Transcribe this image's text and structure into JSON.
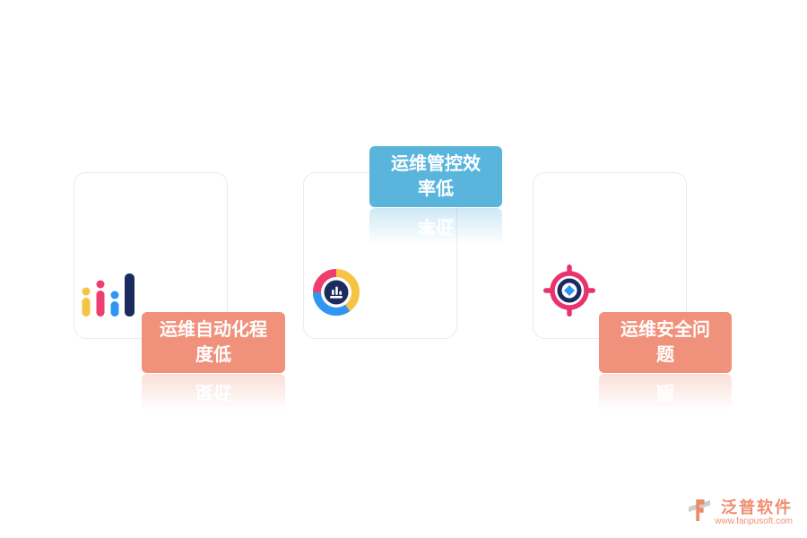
{
  "page": {
    "background": "#ffffff"
  },
  "labels": {
    "top": {
      "text": "运维管控效\n率低",
      "bg": "#5ab5dd"
    },
    "left": {
      "text": "运维自动化程\n度低",
      "bg": "#f0917b"
    },
    "right": {
      "text": "运维安全问\n题",
      "bg": "#f0917b"
    }
  },
  "cards": {
    "icons": [
      "bar-chart-icon",
      "donut-chart-icon",
      "target-icon"
    ]
  },
  "logo": {
    "brand": "泛普软件",
    "url": "www.fanpusoft.com",
    "color": "#f08c6e"
  },
  "colors": {
    "yellow": "#f6c344",
    "pink": "#ee3d6f",
    "blue": "#2f96f3",
    "navy": "#1c2b5e",
    "magenta": "#e8336e",
    "card_border": "#ececec"
  }
}
